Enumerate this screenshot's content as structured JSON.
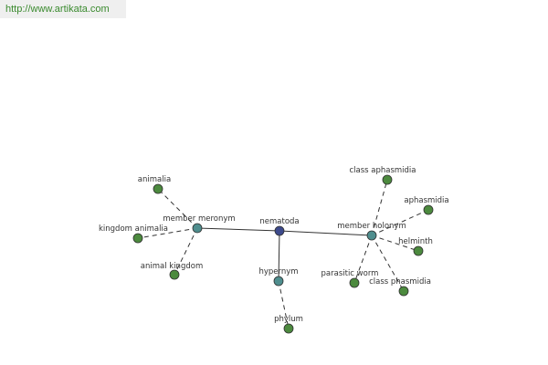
{
  "header": {
    "url": "http://www.artikata.com"
  },
  "colors": {
    "center": "#3d4a8c",
    "relation": "#4f8e8e",
    "leaf": "#4c8a3e",
    "url_text": "#3a8a2e"
  },
  "graph": {
    "center": {
      "id": "nematoda",
      "label": "nematoda"
    },
    "relations": [
      {
        "id": "member-meronym",
        "label": "member meronym"
      },
      {
        "id": "member-holonym",
        "label": "member holonym"
      },
      {
        "id": "hypernym",
        "label": "hypernym"
      }
    ],
    "leaves": [
      {
        "id": "animalia",
        "label": "animalia",
        "relation": "member-meronym"
      },
      {
        "id": "kingdom-animalia",
        "label": "kingdom animalia",
        "relation": "member-meronym"
      },
      {
        "id": "animal-kingdom",
        "label": "animal kingdom",
        "relation": "member-meronym"
      },
      {
        "id": "class-aphasmidia",
        "label": "class aphasmidia",
        "relation": "member-holonym"
      },
      {
        "id": "aphasmidia",
        "label": "aphasmidia",
        "relation": "member-holonym"
      },
      {
        "id": "helminth",
        "label": "helminth",
        "relation": "member-holonym"
      },
      {
        "id": "parasitic-worm",
        "label": "parasitic worm",
        "relation": "member-holonym"
      },
      {
        "id": "class-phasmidia",
        "label": "class phasmidia",
        "relation": "member-holonym"
      },
      {
        "id": "phylum",
        "label": "phylum",
        "relation": "hypernym"
      }
    ]
  }
}
